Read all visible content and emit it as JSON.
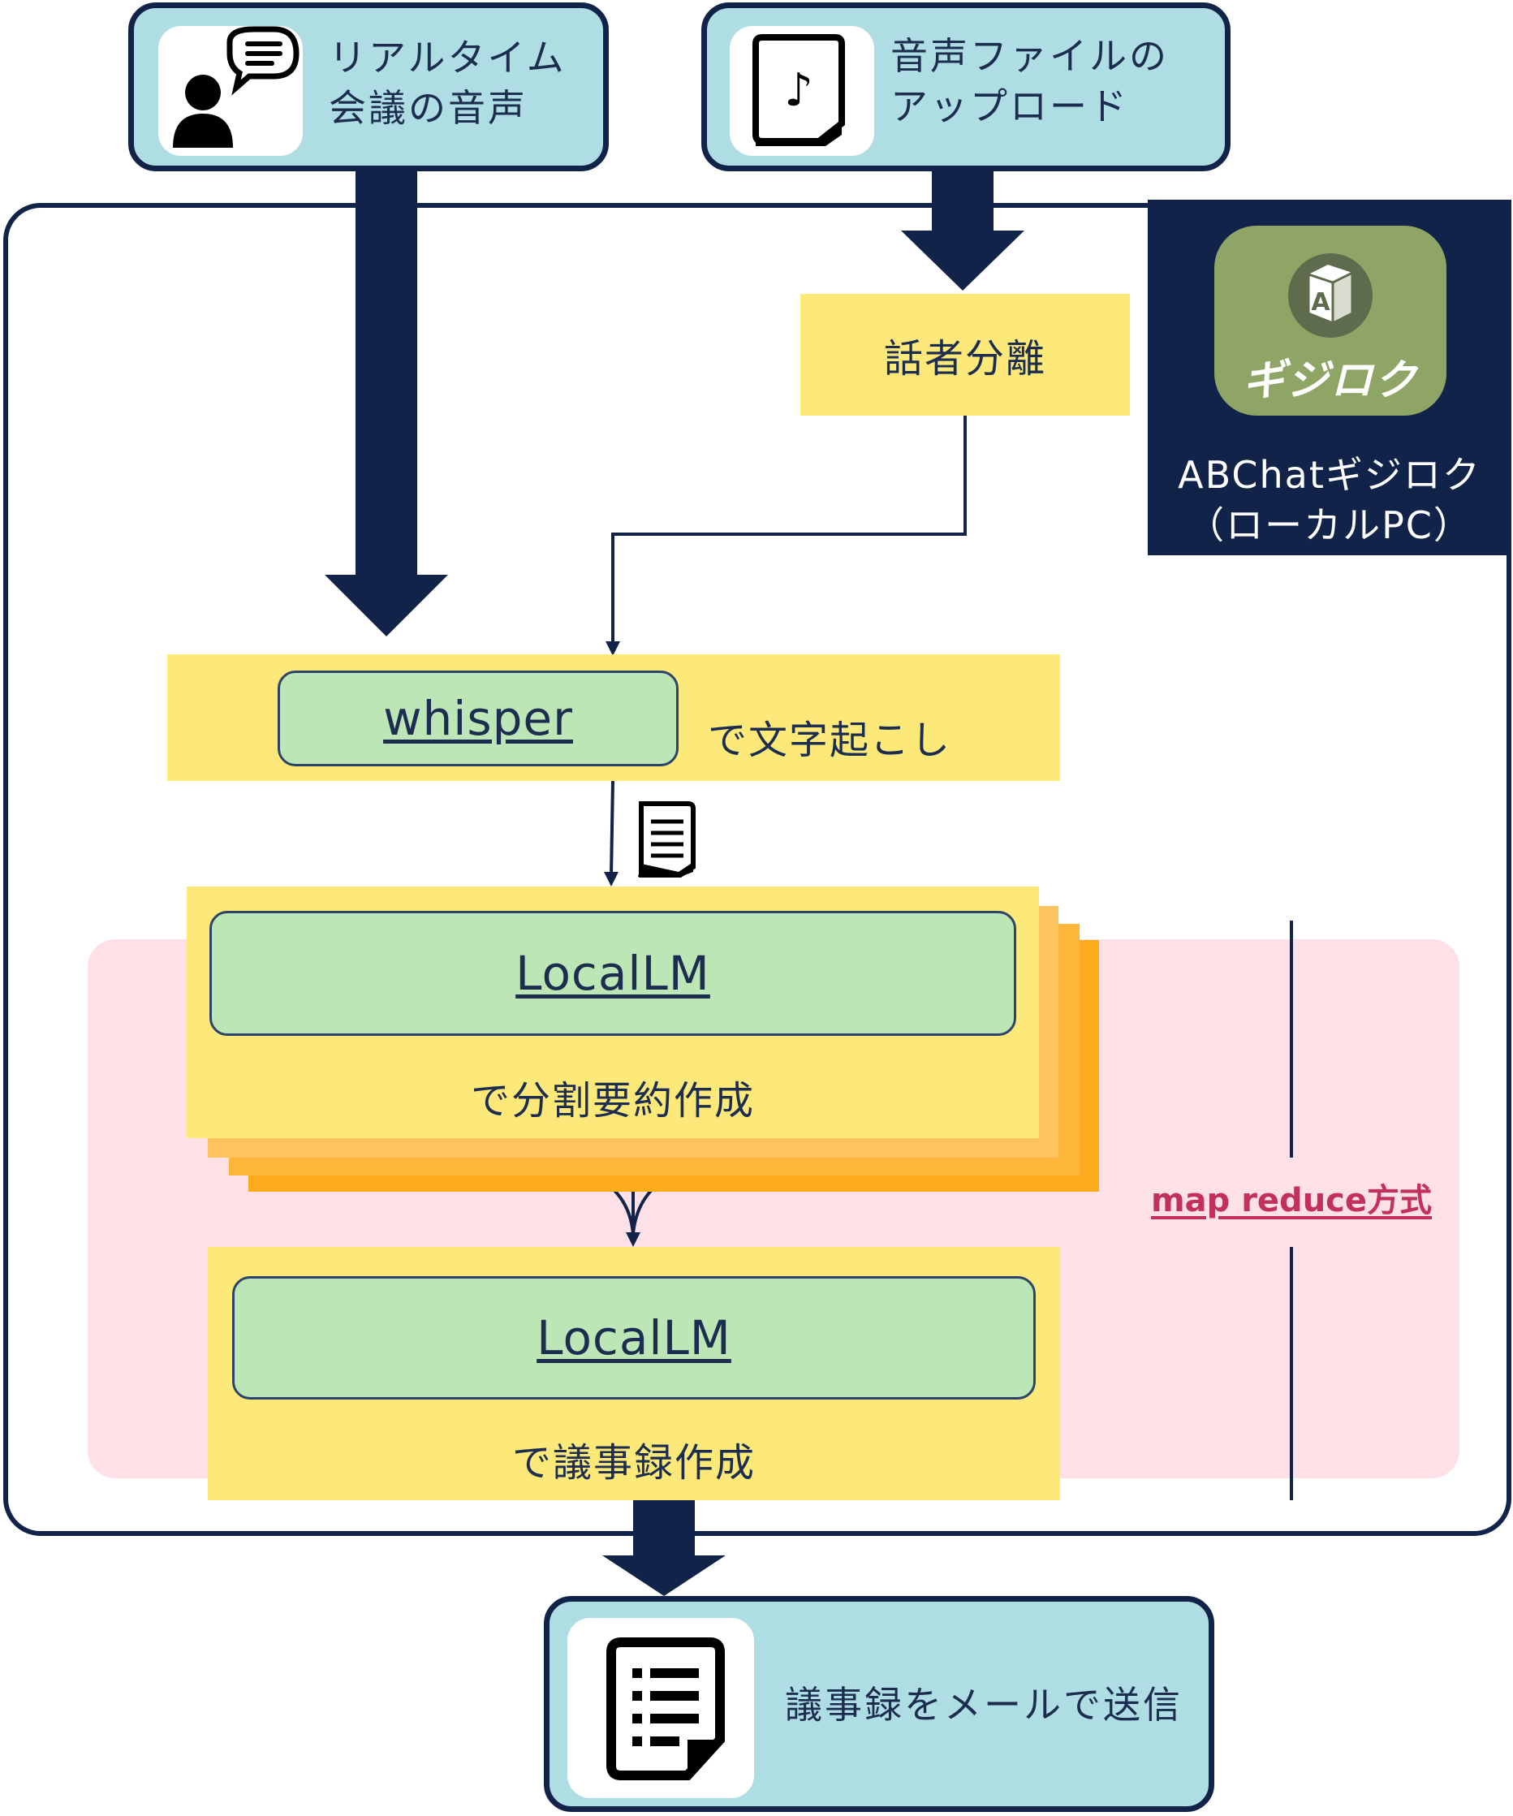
{
  "inputs": {
    "realtime": {
      "label": "リアルタイム\n会議の音声",
      "icon": "person-speech-bubble-icon"
    },
    "upload": {
      "label": "音声ファイルの\nアップロード",
      "icon": "music-file-icon"
    }
  },
  "app": {
    "logo_text": "ギジロク",
    "logo_icon": "a-block-icon",
    "caption": "ABChatギジロク\n（ローカルPC）"
  },
  "steps": {
    "diarization": "話者分離",
    "transcribe_tool": "whisper",
    "transcribe_caption": "で文字起こし",
    "summarize_tool": "LocalLM",
    "summarize_caption": "で分割要約作成",
    "minutes_tool": "LocalLM",
    "minutes_caption": "で議事録作成"
  },
  "method_label": "map reduce方式",
  "output": {
    "label": "議事録をメールで送信",
    "icon": "document-list-icon"
  },
  "colors": {
    "navy": "#12234a",
    "cyan": "#aedee4",
    "yellow": "#fde97a",
    "green": "#bde6b6",
    "pink": "#fde1e6",
    "orange": "#fbab1c",
    "logo_green": "#8fa566",
    "accent_pink": "#c2305e"
  }
}
